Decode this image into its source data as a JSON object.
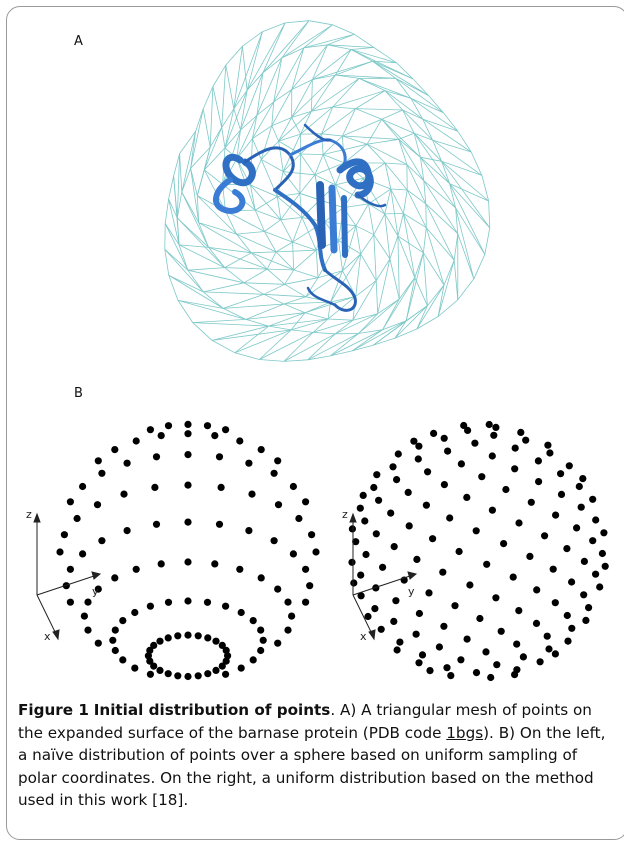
{
  "panels": {
    "a_label": "A",
    "b_label": "B"
  },
  "axes": {
    "z": "z",
    "y": "y",
    "x": "x"
  },
  "caption": {
    "figure_label": "Figure 1",
    "title": "Initial distribution of points",
    "title_end": ".",
    "text_1": " A) A triangular mesh of points on the expanded surface of the barnase protein (PDB code ",
    "pdb_code": "1bgs",
    "text_2": "). B) On the left, a naïve distribution of points over a sphere based on uniform sampling of polar coordinates. On the right, a uniform distribution based on the method used in this work [18]."
  },
  "colors": {
    "mesh": "#7ec8c8",
    "protein": "#2f6fc4",
    "points": "#000000",
    "frame": "#9a9a9a"
  }
}
